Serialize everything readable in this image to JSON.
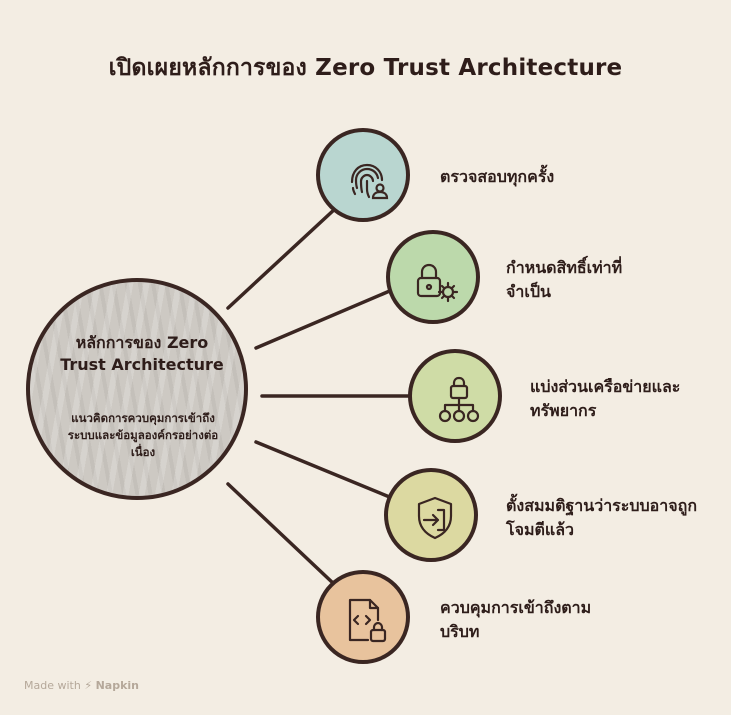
{
  "title": "เปิดเผยหลักการของ Zero Trust Architecture",
  "hub": {
    "title": "หลักการของ Zero Trust Architecture",
    "description": "แนวคิดการควบคุมการเข้าถึงระบบและข้อมูลองค์กรอย่างต่อเนื่อง"
  },
  "nodes": [
    {
      "label": "ตรวจสอบทุกครั้ง",
      "icon": "fingerprint-user-icon",
      "color": "#b9d6d0"
    },
    {
      "label": "กำหนดสิทธิ์เท่าที่จำเป็น",
      "icon": "lock-gear-icon",
      "color": "#bcd9ab"
    },
    {
      "label": "แบ่งส่วนเครือข่ายและทรัพยากร",
      "icon": "network-lock-icon",
      "color": "#cfdca6"
    },
    {
      "label": "ตั้งสมมติฐานว่าระบบอาจถูกโจมตีแล้ว",
      "icon": "shield-enter-icon",
      "color": "#dcd9a1"
    },
    {
      "label": "ควบคุมการเข้าถึงตามบริบท",
      "icon": "code-file-lock-icon",
      "color": "#e8c39d"
    }
  ],
  "footer": {
    "prefix": "Made with",
    "brand": "Napkin"
  }
}
